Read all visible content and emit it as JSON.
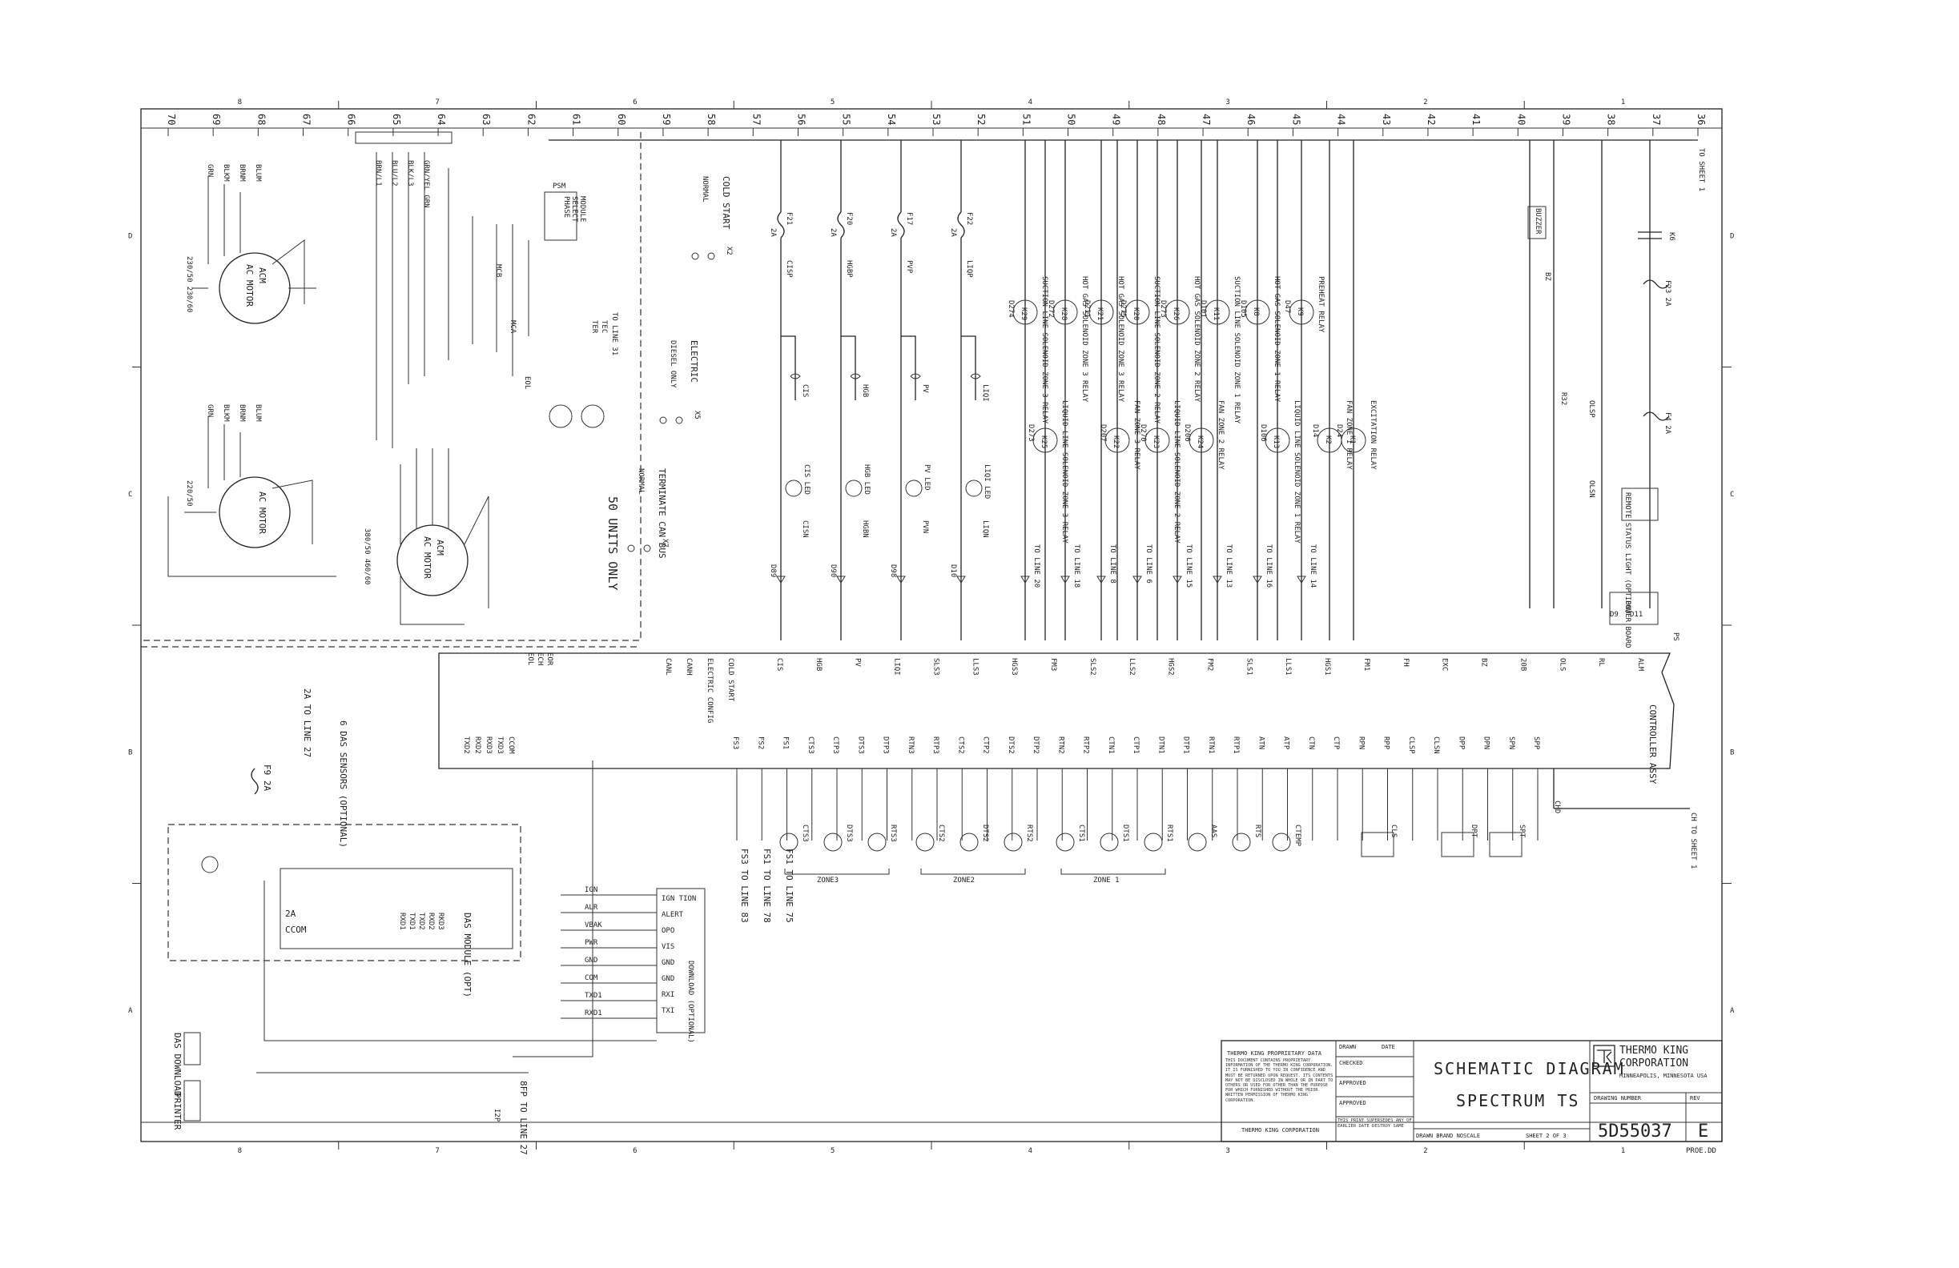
{
  "sheet": {
    "line_numbers": [
      "70",
      "69",
      "68",
      "67",
      "66",
      "65",
      "64",
      "63",
      "62",
      "61",
      "60",
      "59",
      "58",
      "57",
      "56",
      "55",
      "54",
      "53",
      "52",
      "51",
      "50",
      "49",
      "48",
      "47",
      "46",
      "45",
      "44",
      "43",
      "42",
      "41",
      "40",
      "39",
      "38",
      "37",
      "36"
    ],
    "zones_top": [
      "8",
      "7",
      "6",
      "5",
      "4",
      "3",
      "2",
      "1"
    ],
    "zones_bottom": [
      "8",
      "7",
      "6",
      "5",
      "4",
      "3",
      "2",
      "1"
    ],
    "rows_left": [
      "D",
      "C",
      "B",
      "A"
    ],
    "rows_right": [
      "D",
      "C",
      "B",
      "A"
    ]
  },
  "motors": [
    {
      "label": "ACM",
      "sub": "AC MOTOR",
      "volt": "230/50  230/60"
    },
    {
      "label": "AC MOTOR",
      "sub": "",
      "volt": "220/50"
    },
    {
      "label": "ACM",
      "sub": "AC MOTOR",
      "volt": "380/50  460/60"
    }
  ],
  "wires_left": [
    "BRN/L1",
    "BLU/L2",
    "BLK/L3",
    "GRN/YEL GRN"
  ],
  "motor_wires": [
    "GRN",
    "BLKM",
    "BRNM",
    "BLUM"
  ],
  "phase_module": {
    "title": "PSM",
    "lines": [
      "PHASE",
      "SELECT",
      "MODULE"
    ],
    "pins": [
      "TER",
      "TEC"
    ]
  },
  "contactors": [
    "MCB",
    "MCA",
    "EOL"
  ],
  "notes": {
    "units_only": "50 UNITS ONLY",
    "to_line_31": "TO LINE 31",
    "ter": "TER"
  },
  "jumpers": [
    {
      "label": "COLD START",
      "sub": "NORMAL",
      "ref": "X2"
    },
    {
      "label": "ELECTRIC",
      "sub": "DIESEL ONLY",
      "ref": "X5"
    },
    {
      "label": "TERMINATE CAN BUS",
      "sub": "NORMAL",
      "ref": "X7"
    }
  ],
  "fuses": [
    {
      "ref": "F21",
      "rating": "2A",
      "sig": "CISP"
    },
    {
      "ref": "F20",
      "rating": "2A",
      "sig": "HGBP"
    },
    {
      "ref": "F17",
      "rating": "2A",
      "sig": "PVP"
    },
    {
      "ref": "F22",
      "rating": "2A",
      "sig": "LIQP"
    }
  ],
  "valves": [
    {
      "coil": "CIS",
      "led": "CIS LED",
      "out": "CIS",
      "bot": "CISN",
      "diode": "D89"
    },
    {
      "coil": "HGB",
      "led": "HGB LED",
      "out": "HGB",
      "bot": "HGBN",
      "diode": "D90"
    },
    {
      "coil": "PV",
      "led": "PV LED",
      "out": "PV",
      "bot": "PVN",
      "diode": "D98"
    },
    {
      "coil": "LIQI",
      "led": "LIQI LED",
      "out": "LIQI",
      "bot": "LIQN",
      "diode": "D10"
    }
  ],
  "relays": [
    {
      "ref": "K29",
      "name": "SUCTION LINE SOLENOID ZONE 3 RELAY",
      "d": "D274",
      "out": "SLS3",
      "line": "TO LINE 20"
    },
    {
      "ref": "K28",
      "name": "HOT GAS SOLENOID ZONE 3 RELAY",
      "d": "D272",
      "out": "LLS3",
      "line": "TO LINE 18"
    },
    {
      "ref": "K21",
      "name": "HOT GAS SOLENOID ZONE 3 RELAY",
      "d": "D211",
      "out": "HGS3",
      "line": "TO LINE 8"
    },
    {
      "ref": "K20",
      "name": "SUCTION LINE SOLENOID ZONE 2 RELAY",
      "d": "D275",
      "out": "FM3",
      "line": "TO LINE 6"
    },
    {
      "ref": "K26",
      "name": "HOT GAS SOLENOID ZONE 2 RELAY",
      "d": "D273",
      "out": "SLS2",
      "line": "TO LINE 15"
    },
    {
      "ref": "K11",
      "name": "SUCTION LINE SOLENOID ZONE 1 RELAY",
      "d": "D101",
      "out": "LLS2",
      "line": "TO LINE 13"
    },
    {
      "ref": "K8",
      "name": "HOT GAS SOLENOID ZONE 1 RELAY",
      "d": "D105",
      "out": "HGS2",
      "line": "TO LINE 16"
    },
    {
      "ref": "K9",
      "name": "PREHEAT RELAY",
      "d": "D47",
      "out": "FM2",
      "line": "TO LINE 14"
    }
  ],
  "relays_lower": [
    {
      "ref": "K25",
      "name": "LIQUID LINE SOLENOID ZONE 3 RELAY",
      "d": "D273"
    },
    {
      "ref": "K22",
      "name": "FAN ZONE 3 RELAY",
      "d": "D207"
    },
    {
      "ref": "K23",
      "name": "LIQUID LINE SOLENOID ZONE 2 RELAY",
      "d": "D270"
    },
    {
      "ref": "K24",
      "name": "FAN ZONE 2 RELAY",
      "d": "D206"
    },
    {
      "ref": "K13",
      "name": "LIQUID LINE SOLENOID ZONE 1 RELAY",
      "d": "D106"
    },
    {
      "ref": "K2",
      "name": "FAN ZONE 1 RELAY",
      "d": "D14"
    },
    {
      "ref": "K1",
      "name": "EXCITATION RELAY",
      "d": "D24"
    }
  ],
  "bus_outputs": [
    "CIS",
    "HGB",
    "PV",
    "LIQI",
    "SLS3",
    "LLS3",
    "HGS3",
    "FM3",
    "SLS2",
    "LLS2",
    "HGS2",
    "FM2",
    "SLS1",
    "LLS1",
    "HGS1",
    "FM1",
    "FH",
    "EXC",
    "BZ",
    "20B",
    "OLS",
    "RL",
    "ALM"
  ],
  "bus_left": [
    "CANL",
    "CANH",
    "ELECTRIC CONFIG",
    "COLD START"
  ],
  "buzzer": {
    "label": "BUZZER",
    "ref": "BZ"
  },
  "right_side": {
    "k6": "K6",
    "f23": "F23 2A",
    "f4": "F4 2A",
    "r32": "R32",
    "olsp": "OLSP",
    "olsn": "OLSN",
    "remote": "REMOTE STATUS LIGHT (OPTION)",
    "power_board": "POWER BOARD",
    "controller": "CONTROLLER ASSY",
    "to_sheet_top": "TO SHEET 1",
    "to_sheet_mid": "CH TO SHEET 1",
    "chd": "CHD",
    "ps": "PS",
    "d9": "D9",
    "d11": "D11"
  },
  "sensors": {
    "top_labels": [
      "FS3",
      "FS2",
      "FS1",
      "CTS3",
      "CTP3",
      "DTS3",
      "DTP3",
      "RTN3",
      "RTP3",
      "CTS2",
      "CTP2",
      "DTS2",
      "DTP2",
      "RTN2",
      "RTP2",
      "CTN1",
      "CTP1",
      "DTN1",
      "DTP1",
      "RTN1",
      "RTP1",
      "ATN",
      "ATP",
      "CTN",
      "CTP",
      "RPN",
      "RPP",
      "CLSP",
      "CLSN",
      "DPP",
      "DPN",
      "SPN",
      "SPP"
    ],
    "elements": [
      "CTS3",
      "DTS3",
      "RTS3",
      "CTS2",
      "DTS2",
      "RTS2",
      "CTS1",
      "DTS1",
      "RTS1",
      "AAS",
      "RTS",
      "CTEMP",
      "CLS",
      "DPT",
      "SPT"
    ],
    "zones": [
      "ZONE3",
      "ZONE2",
      "ZONE 1"
    ],
    "fs_lines": [
      "FS3 TO LINE 83",
      "FS1 TO LINE 78",
      "FS1 TO LINE 75"
    ]
  },
  "das": {
    "module": "DAS MODULE (OPT)",
    "sensors": "6 DAS SENSORS (OPTIONAL)",
    "fuse": "F9 2A",
    "to_line": "2A TO LINE 27",
    "pins_top": [
      "TXD2",
      "RXD2",
      "RXD3",
      "TXD3",
      "CCOM"
    ],
    "pins_right": [
      "2A",
      "CCOM"
    ],
    "left_pins": [
      "RXD1",
      "TXD1",
      "TXD2",
      "RXD2",
      "RKD3"
    ],
    "ports": [
      "IGN TION",
      "ALERT",
      "OPO",
      "VIS",
      "GND",
      "GND",
      "RXI",
      "TXI"
    ],
    "port_box": "DOWNLOAD (OPTIONAL)",
    "wire_labels": [
      "IGN",
      "ALR",
      "VBAK",
      "PWR",
      "GND",
      "COM",
      "TXD1",
      "RXD1"
    ],
    "download": "DAS DOWNLOAD",
    "printer": "PRINTER",
    "bfp": "8FP TO LINE 27",
    "i2p": "I2P"
  },
  "title_block": {
    "proprietary": "THERMO KING PROPRIETARY DATA",
    "notice": "THIS DOCUMENT CONTAINS PROPRIETARY INFORMATION OF THE THERMO KING CORPORATION. IT IS FURNISHED TO YOU IN CONFIDENCE AND MUST BE RETURNED UPON REQUEST. ITS CONTENTS MAY NOT BE DISCLOSED IN WHOLE OR IN PART TO OTHERS OR USED FOR OTHER THAN THE PURPOSE FOR WHICH FURNISHED WITHOUT THE PRIOR WRITTEN PERMISSION OF THERMO KING CORPORATION.",
    "copyright": "THERMO KING CORPORATION",
    "drawn": "DRAWN",
    "date": "DATE",
    "checked": "CHECKED",
    "approved": "APPROVED",
    "approved2": "APPROVED",
    "supersedes": "THIS PRINT SUPERSEDES ANY OF EARLIER DATE DESTROY SAME",
    "title1": "SCHEMATIC DIAGRAM",
    "title2": "SPECTRUM TS",
    "company1": "THERMO KING",
    "company2": "CORPORATION",
    "city": "MINNEAPOLIS, MINNESOTA USA",
    "drawing_number_label": "DRAWING NUMBER",
    "rev_label": "REV",
    "drawing_number": "5D55037",
    "rev": "E",
    "scale": "DRAWN BRAND NOSCALE",
    "sheet": "SHEET 2 OF 3",
    "file": "PROE.DD"
  },
  "colors": {
    "ink": "#222222",
    "paper": "#ffffff"
  }
}
